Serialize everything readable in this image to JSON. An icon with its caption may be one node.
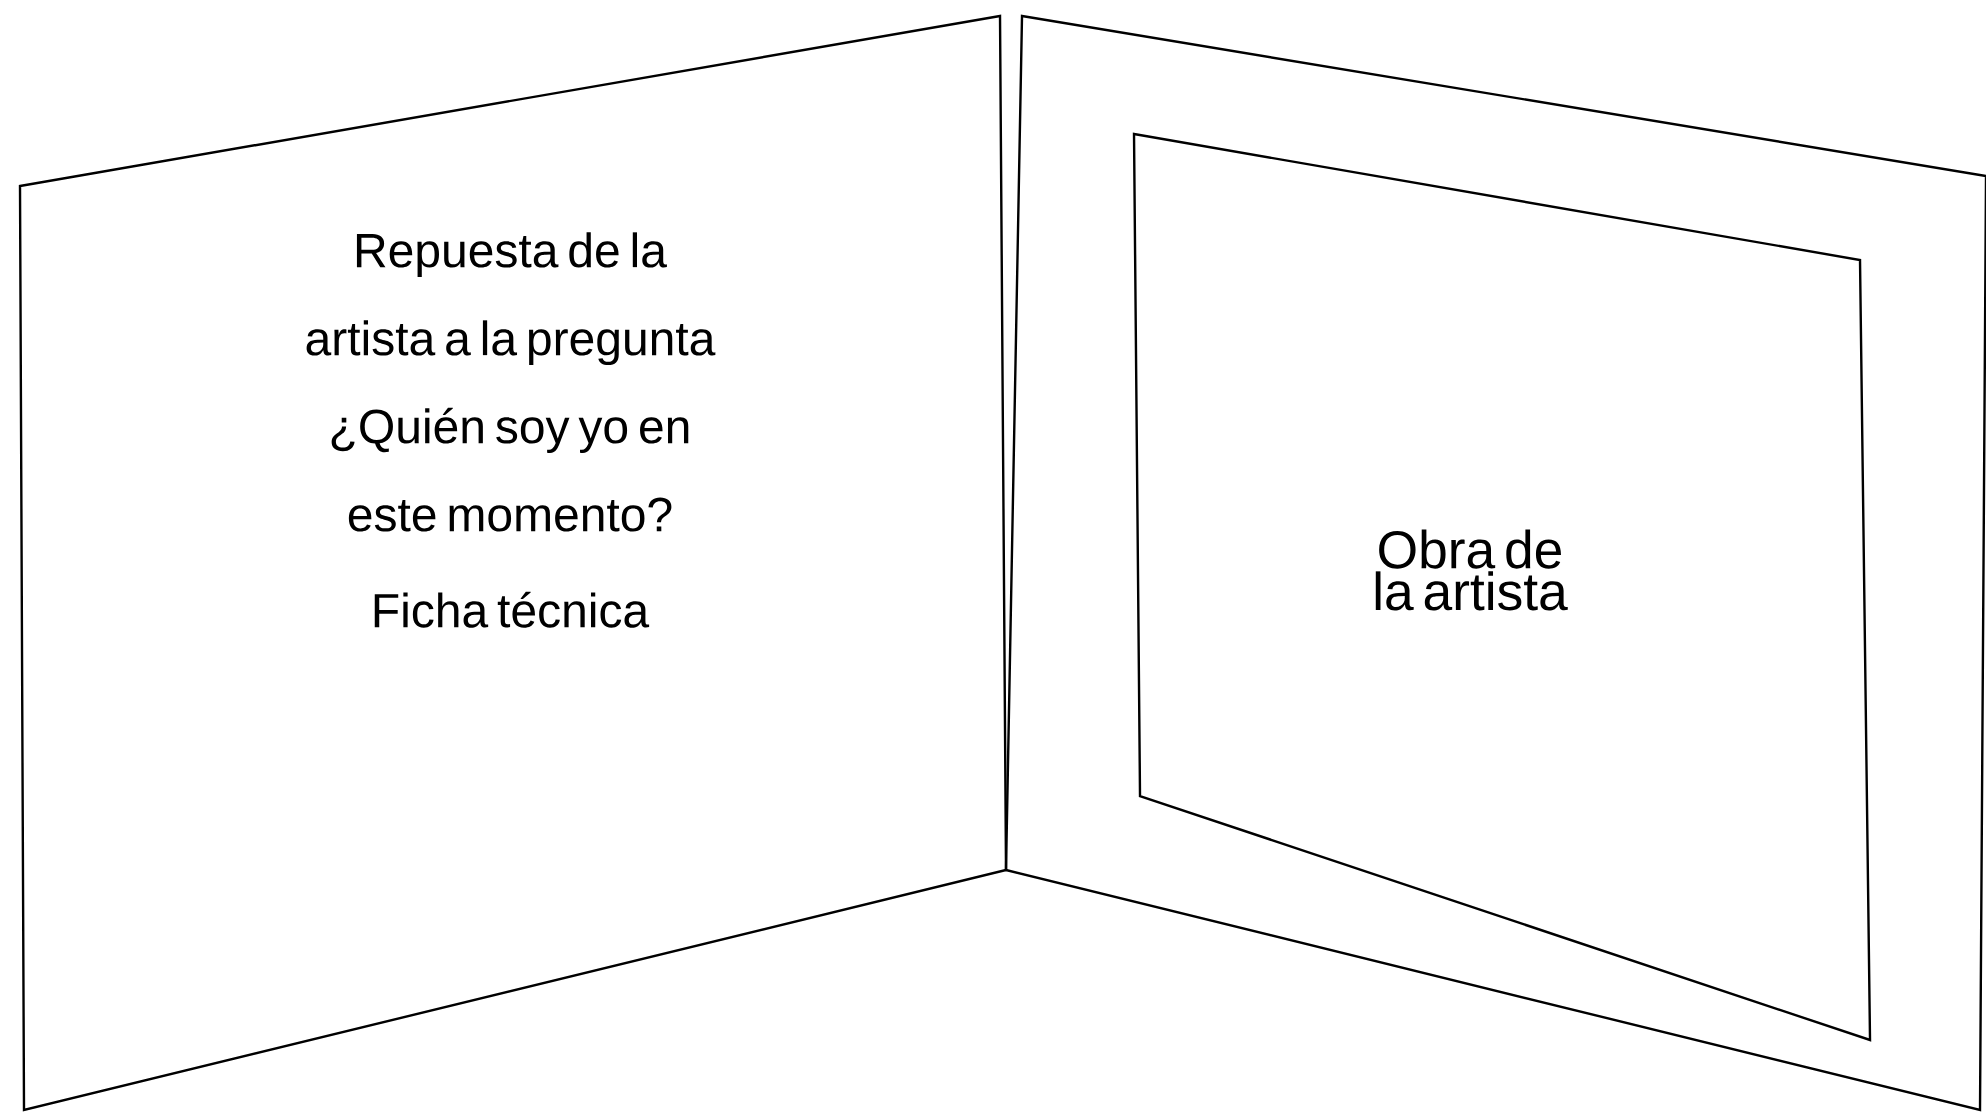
{
  "diagram": {
    "nodes": [
      {
        "text": [
          "Repuesta de la artista a la pregunta ¿Quién soy yo en este momento?",
          "Ficha técnica"
        ]
      },
      {
        "text": [],
        "shape": "box"
      },
      {
        "text": [
          "Obra de la artista"
        ],
        "in": 1
      }
    ]
  }
}
